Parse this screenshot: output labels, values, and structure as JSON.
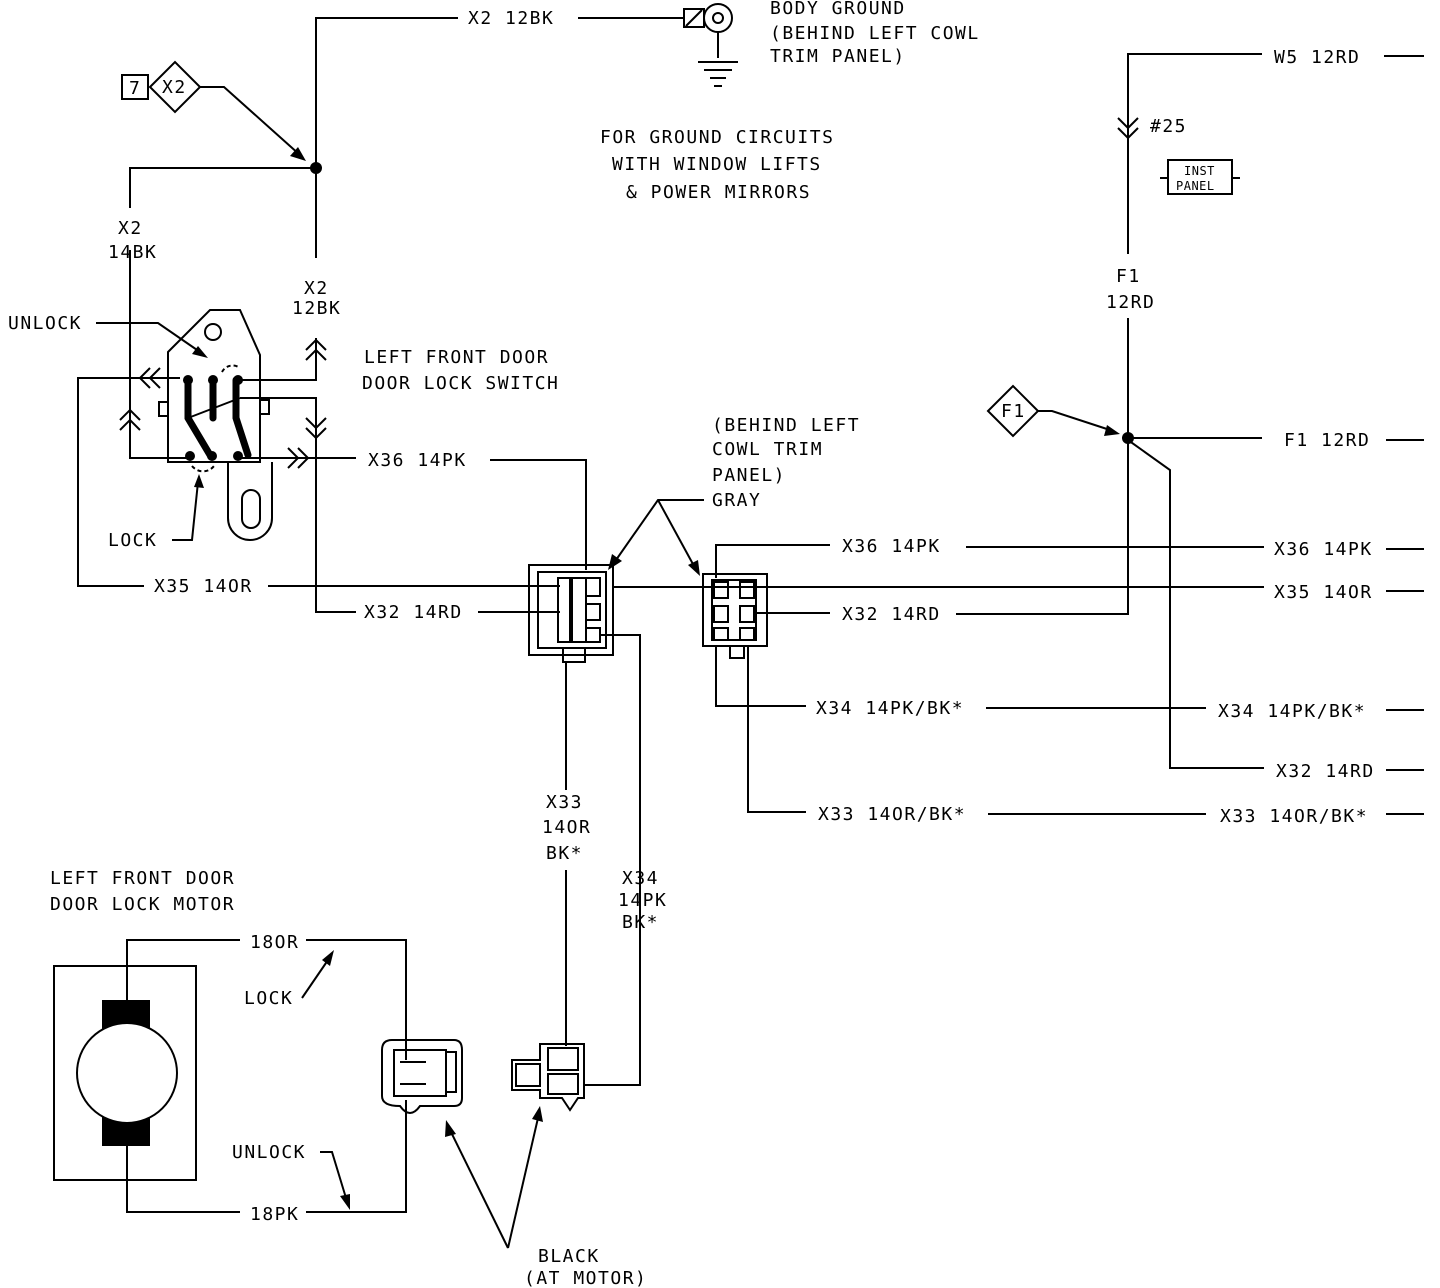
{
  "ground": {
    "wire_top": "X2 12BK",
    "location": [
      "BODY GROUND",
      "(BEHIND LEFT COWL",
      "TRIM PANEL)"
    ],
    "note": [
      "FOR GROUND CIRCUITS",
      "WITH WINDOW LIFTS",
      "& POWER MIRRORS"
    ],
    "ref_num": "7",
    "ref_diamond": "X2",
    "wire_left": [
      "X2",
      "14BK"
    ],
    "wire_right": [
      "X2",
      "12BK"
    ]
  },
  "switch": {
    "title": [
      "LEFT FRONT DOOR",
      "DOOR LOCK SWITCH"
    ],
    "unlock": "UNLOCK",
    "lock": "LOCK"
  },
  "power": {
    "w5": "W5 12RD",
    "fuse": "#25",
    "inst_panel": [
      "INST",
      "PANEL"
    ],
    "f1_vertical": [
      "F1",
      "12RD"
    ],
    "f1_diamond": "F1",
    "f1_right": "F1 12RD"
  },
  "connector": {
    "location": [
      "(BEHIND LEFT",
      "COWL TRIM",
      "PANEL)",
      "GRAY"
    ]
  },
  "wires_left": {
    "x36": "X36 14PK",
    "x35": "X35 14OR",
    "x32": "X32 14RD",
    "x33": [
      "X33",
      "14OR",
      "BK*"
    ],
    "x34": [
      "X34",
      "14PK",
      "BK*"
    ]
  },
  "wires_mid": {
    "x36": "X36 14PK",
    "x32": "X32 14RD",
    "x34": "X34 14PK/BK*",
    "x33": "X33 14OR/BK*"
  },
  "wires_right": {
    "x36": "X36 14PK",
    "x35": "X35 14OR",
    "x34": "X34 14PK/BK*",
    "x32": "X32 14RD",
    "x33": "X33 14OR/BK*"
  },
  "motor": {
    "title": [
      "LEFT FRONT DOOR",
      "DOOR LOCK MOTOR"
    ],
    "wire_top": "18OR",
    "lock": "LOCK",
    "unlock": "UNLOCK",
    "wire_bottom": "18PK",
    "connector_color": [
      "BLACK",
      "(AT MOTOR)"
    ]
  }
}
